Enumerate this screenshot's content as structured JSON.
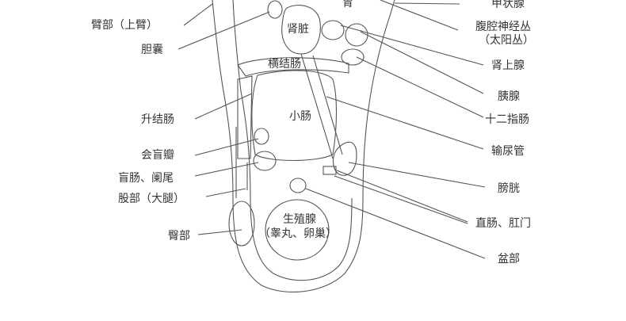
{
  "labels": {
    "upper_arm": "臂部（上臂）",
    "gallbladder": "胆囊",
    "ascending_colon": "升结肠",
    "ileocecal_valve": "会盲瓣",
    "cecum_appendix": "盲肠、阑尾",
    "thigh": "股部（大腿）",
    "buttocks": "臀部",
    "thyroid": "甲状腺",
    "celiac_plexus": "腹腔神经丛",
    "solar_plexus": "（太阳丛）",
    "adrenal": "肾上腺",
    "pancreas": "胰腺",
    "duodenum": "十二指肠",
    "ureter": "输尿管",
    "bladder": "膀胱",
    "rectum_anus": "直肠、肛门",
    "pelvis": "盆部",
    "stomach": "胃",
    "kidney": "肾脏",
    "transverse_colon": "横结肠",
    "small_intestine": "小肠",
    "gonad": "生殖腺",
    "gonad_detail": "（睾丸、卵巢）"
  }
}
